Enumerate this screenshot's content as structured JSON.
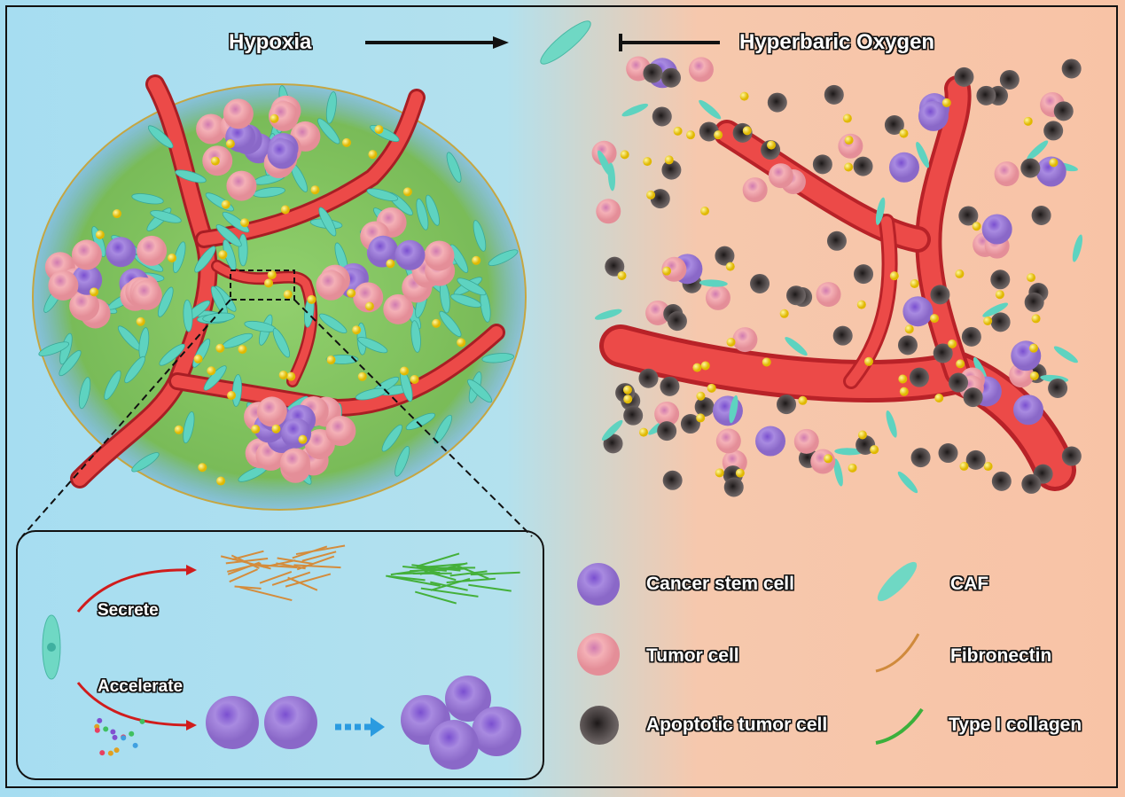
{
  "header": {
    "left_label": "Hypoxia",
    "right_label": "Hyperbaric Oxygen"
  },
  "inset": {
    "secrete_label": "Secrete",
    "accelerate_label": "Accelerate"
  },
  "legend": [
    {
      "label": "Cancer stem cell",
      "icon": "cancer-stem-cell-icon"
    },
    {
      "label": "Tumor cell",
      "icon": "tumor-cell-icon"
    },
    {
      "label": "Apoptotic tumor cell",
      "icon": "apoptotic-cell-icon"
    },
    {
      "label": "CAF",
      "icon": "caf-icon"
    },
    {
      "label": "Fibronectin",
      "icon": "fibronectin-icon"
    },
    {
      "label": "Type I collagen",
      "icon": "collagen-icon"
    }
  ],
  "colors": {
    "vessel": "#e8383a",
    "caf": "#5ed3c0",
    "stem": "#9a6fd6",
    "tumor": "#f0a0a8",
    "apoptotic": "#4a4444",
    "oxygen": "#f3d31c",
    "fibronectin": "#d89040",
    "collagen": "#4cb840"
  }
}
